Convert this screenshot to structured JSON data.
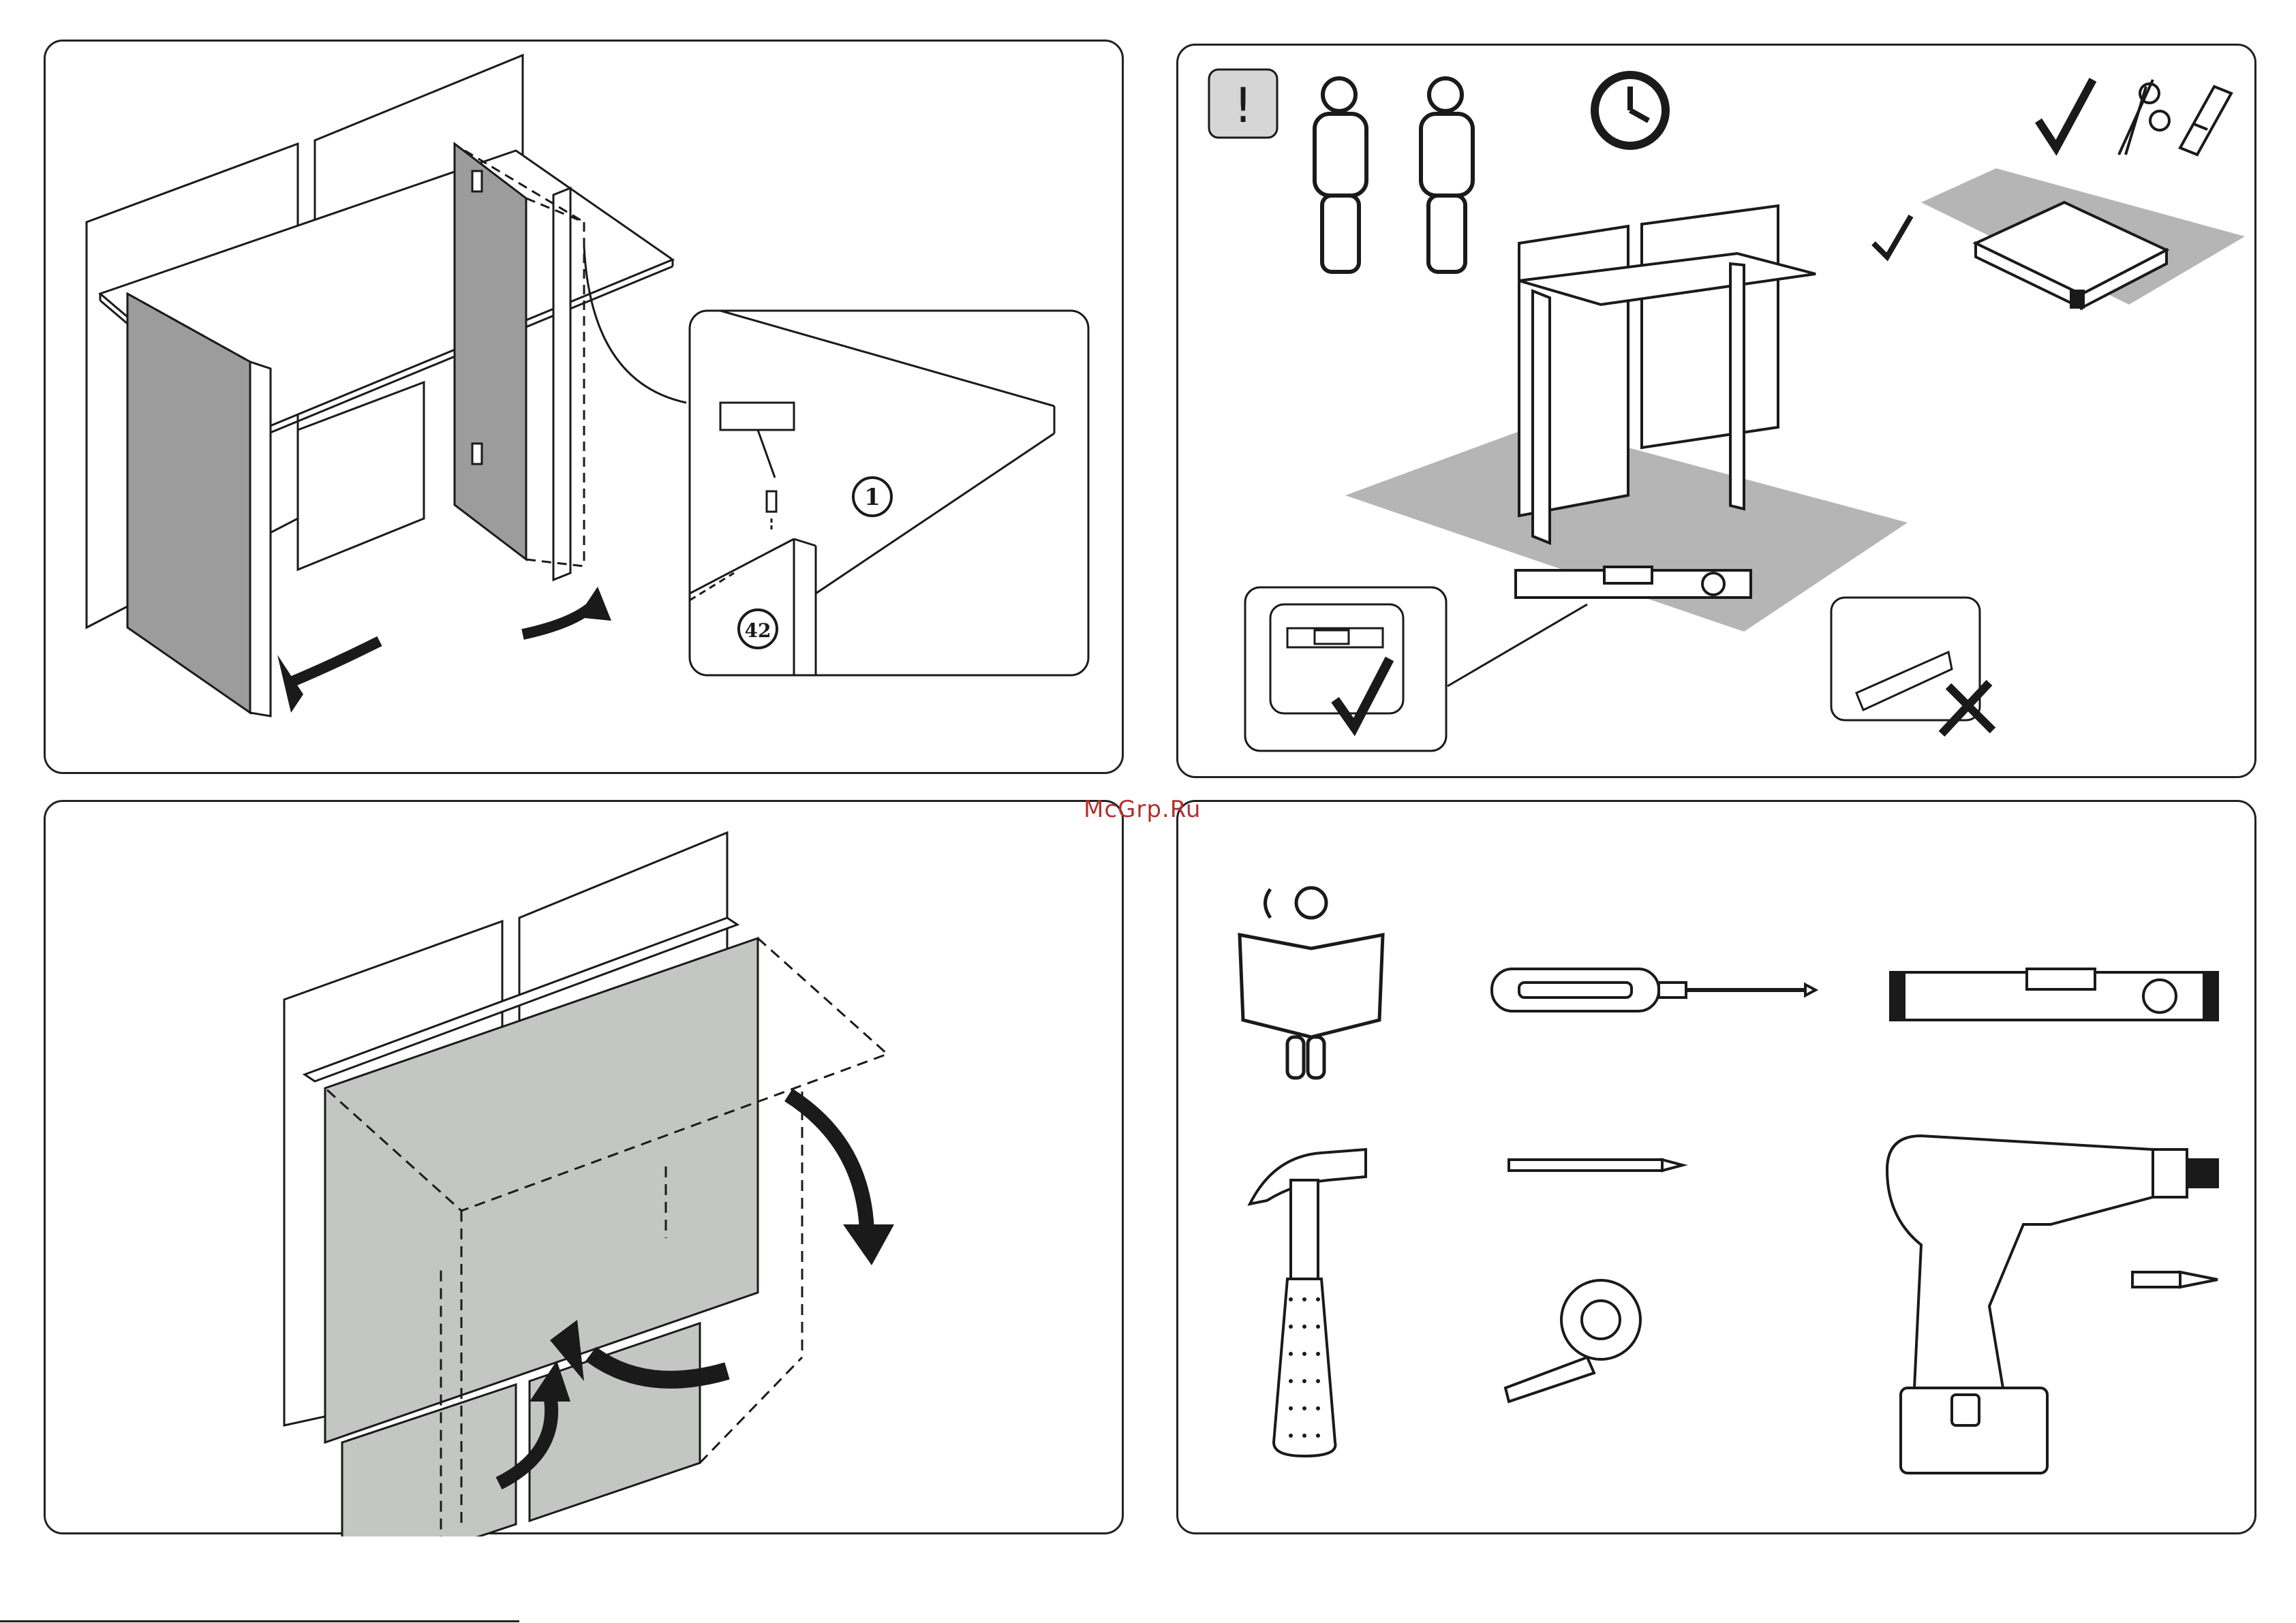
{
  "watermark": "McGrp.Ru",
  "panel1": {
    "step_label": "1",
    "part_label": "42"
  },
  "panel2": {
    "warning_symbol": "!",
    "icons": [
      "two-person-icon",
      "clock-icon",
      "checkmark-icon",
      "scissors-icon",
      "utility-knife-icon",
      "box-on-mat-icon",
      "level-icon",
      "cross-icon"
    ]
  },
  "panel3": {
    "icons": [
      "fold-down-arrow-icon",
      "swing-arrow-icon"
    ]
  },
  "panel4": {
    "icons": [
      "call-read-instructions-icon",
      "screwdriver-icon",
      "spirit-level-icon",
      "hammer-icon",
      "pencil-icon",
      "tape-measure-icon",
      "cordless-drill-icon",
      "drill-bit-icon"
    ]
  },
  "colors": {
    "line": "#1a1a1a",
    "panel_fill": "#9c9c9c",
    "light_fill": "#c4c6c4",
    "floor": "#b5b5b5",
    "watermark": "#b33030"
  }
}
